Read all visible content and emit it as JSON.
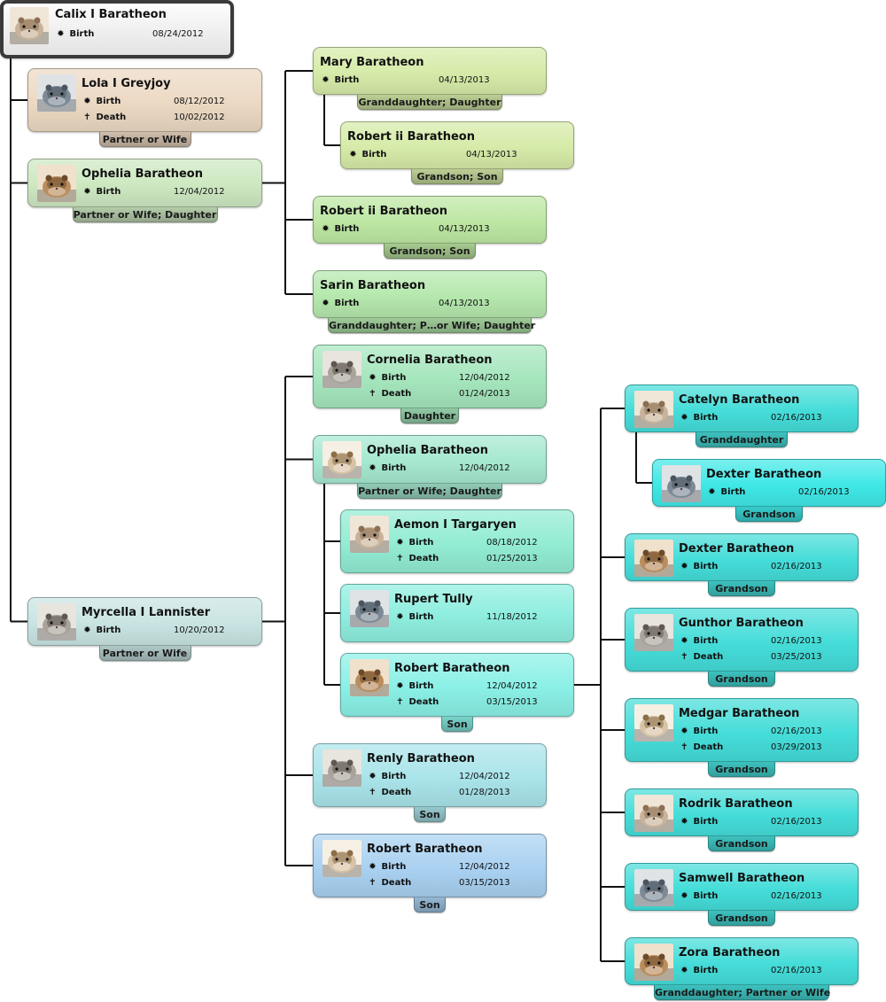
{
  "labels": {
    "birth": "Birth",
    "death": "Death"
  },
  "glyphs": {
    "birth": "✹",
    "death": "✝"
  },
  "people": [
    {
      "id": "calix",
      "name": "Calix I Baratheon",
      "birth": "08/24/2012",
      "death": "",
      "relation": "",
      "photo": "hamster-photo",
      "color": "#e8e8e8",
      "root": true
    },
    {
      "id": "lola",
      "name": "Lola I Greyjoy",
      "birth": "08/12/2012",
      "death": "10/02/2012",
      "relation": "Partner or Wife",
      "photo": "hamster-photo",
      "color": "#ecd9c3"
    },
    {
      "id": "ophelia1",
      "name": "Ophelia Baratheon",
      "birth": "12/04/2012",
      "death": "",
      "relation": "Partner or Wife; Daughter",
      "photo": "hamster-photo",
      "color": "#cde8c1"
    },
    {
      "id": "myrcella",
      "name": "Myrcella I Lannister",
      "birth": "10/20/2012",
      "death": "",
      "relation": "Partner or Wife",
      "photo": "hamster-photo",
      "color": "#c8e4e2"
    },
    {
      "id": "mary",
      "name": "Mary Baratheon",
      "birth": "04/13/2013",
      "death": "",
      "relation": "Granddaughter; Daughter",
      "photo": "",
      "color": "#d6eba8"
    },
    {
      "id": "robertii1",
      "name": "Robert ii Baratheon",
      "birth": "04/13/2013",
      "death": "",
      "relation": "Grandson; Son",
      "photo": "",
      "color": "#d6eba8"
    },
    {
      "id": "robertii2",
      "name": "Robert ii Baratheon",
      "birth": "04/13/2013",
      "death": "",
      "relation": "Grandson; Son",
      "photo": "",
      "color": "#bde7a3"
    },
    {
      "id": "sarin",
      "name": "Sarin Baratheon",
      "birth": "04/13/2013",
      "death": "",
      "relation": "Granddaughter; P…or Wife; Daughter",
      "photo": "",
      "color": "#b5e8ad"
    },
    {
      "id": "cornelia",
      "name": "Cornelia Baratheon",
      "birth": "12/04/2012",
      "death": "01/24/2013",
      "relation": "Daughter",
      "photo": "hamster-photo",
      "color": "#a5e6bd"
    },
    {
      "id": "ophelia2",
      "name": "Ophelia Baratheon",
      "birth": "12/04/2012",
      "death": "",
      "relation": "Partner or Wife; Daughter",
      "photo": "hamster-photo",
      "color": "#a5e8d0"
    },
    {
      "id": "aemon",
      "name": "Aemon I Targaryen",
      "birth": "08/18/2012",
      "death": "01/25/2013",
      "relation": "",
      "photo": "hamster-photo",
      "color": "#92ecd3"
    },
    {
      "id": "rupert",
      "name": "Rupert Tully",
      "birth": "11/18/2012",
      "death": "",
      "relation": "",
      "photo": "hamster-photo",
      "color": "#8eeedf"
    },
    {
      "id": "robert1",
      "name": "Robert Baratheon",
      "birth": "12/04/2012",
      "death": "03/15/2013",
      "relation": "Son",
      "photo": "hamster-photo",
      "color": "#8af0e6"
    },
    {
      "id": "renly",
      "name": "Renly Baratheon",
      "birth": "12/04/2012",
      "death": "01/28/2013",
      "relation": "Son",
      "photo": "hamster-photo",
      "color": "#a9e4ea"
    },
    {
      "id": "robert2",
      "name": "Robert Baratheon",
      "birth": "12/04/2012",
      "death": "03/15/2013",
      "relation": "Son",
      "photo": "hamster-photo",
      "color": "#a9d1f1"
    },
    {
      "id": "catelyn",
      "name": "Catelyn Baratheon",
      "birth": "02/16/2013",
      "death": "",
      "relation": "Granddaughter",
      "photo": "hamster-photo",
      "color": "#45ddd9"
    },
    {
      "id": "dexter1",
      "name": "Dexter Baratheon",
      "birth": "02/16/2013",
      "death": "",
      "relation": "Grandson",
      "photo": "hamster-photo",
      "color": "#3fe8e6"
    },
    {
      "id": "dexter2",
      "name": "Dexter Baratheon",
      "birth": "02/16/2013",
      "death": "",
      "relation": "Grandson",
      "photo": "hamster-photo",
      "color": "#45ddd9"
    },
    {
      "id": "gunthor",
      "name": "Gunthor Baratheon",
      "birth": "02/16/2013",
      "death": "03/25/2013",
      "relation": "Grandson",
      "photo": "hamster-photo",
      "color": "#45ddd9"
    },
    {
      "id": "medgar",
      "name": "Medgar Baratheon",
      "birth": "02/16/2013",
      "death": "03/29/2013",
      "relation": "Grandson",
      "photo": "hamster-photo",
      "color": "#45ddd9"
    },
    {
      "id": "rodrik",
      "name": "Rodrik Baratheon",
      "birth": "02/16/2013",
      "death": "",
      "relation": "Grandson",
      "photo": "hamster-photo",
      "color": "#45ddd9"
    },
    {
      "id": "samwell",
      "name": "Samwell Baratheon",
      "birth": "02/16/2013",
      "death": "",
      "relation": "Grandson",
      "photo": "hamster-photo",
      "color": "#45ddd9"
    },
    {
      "id": "zora",
      "name": "Zora Baratheon",
      "birth": "02/16/2013",
      "death": "",
      "relation": "Granddaughter; Partner or Wife",
      "photo": "hamster-photo",
      "color": "#45ddd9"
    }
  ]
}
